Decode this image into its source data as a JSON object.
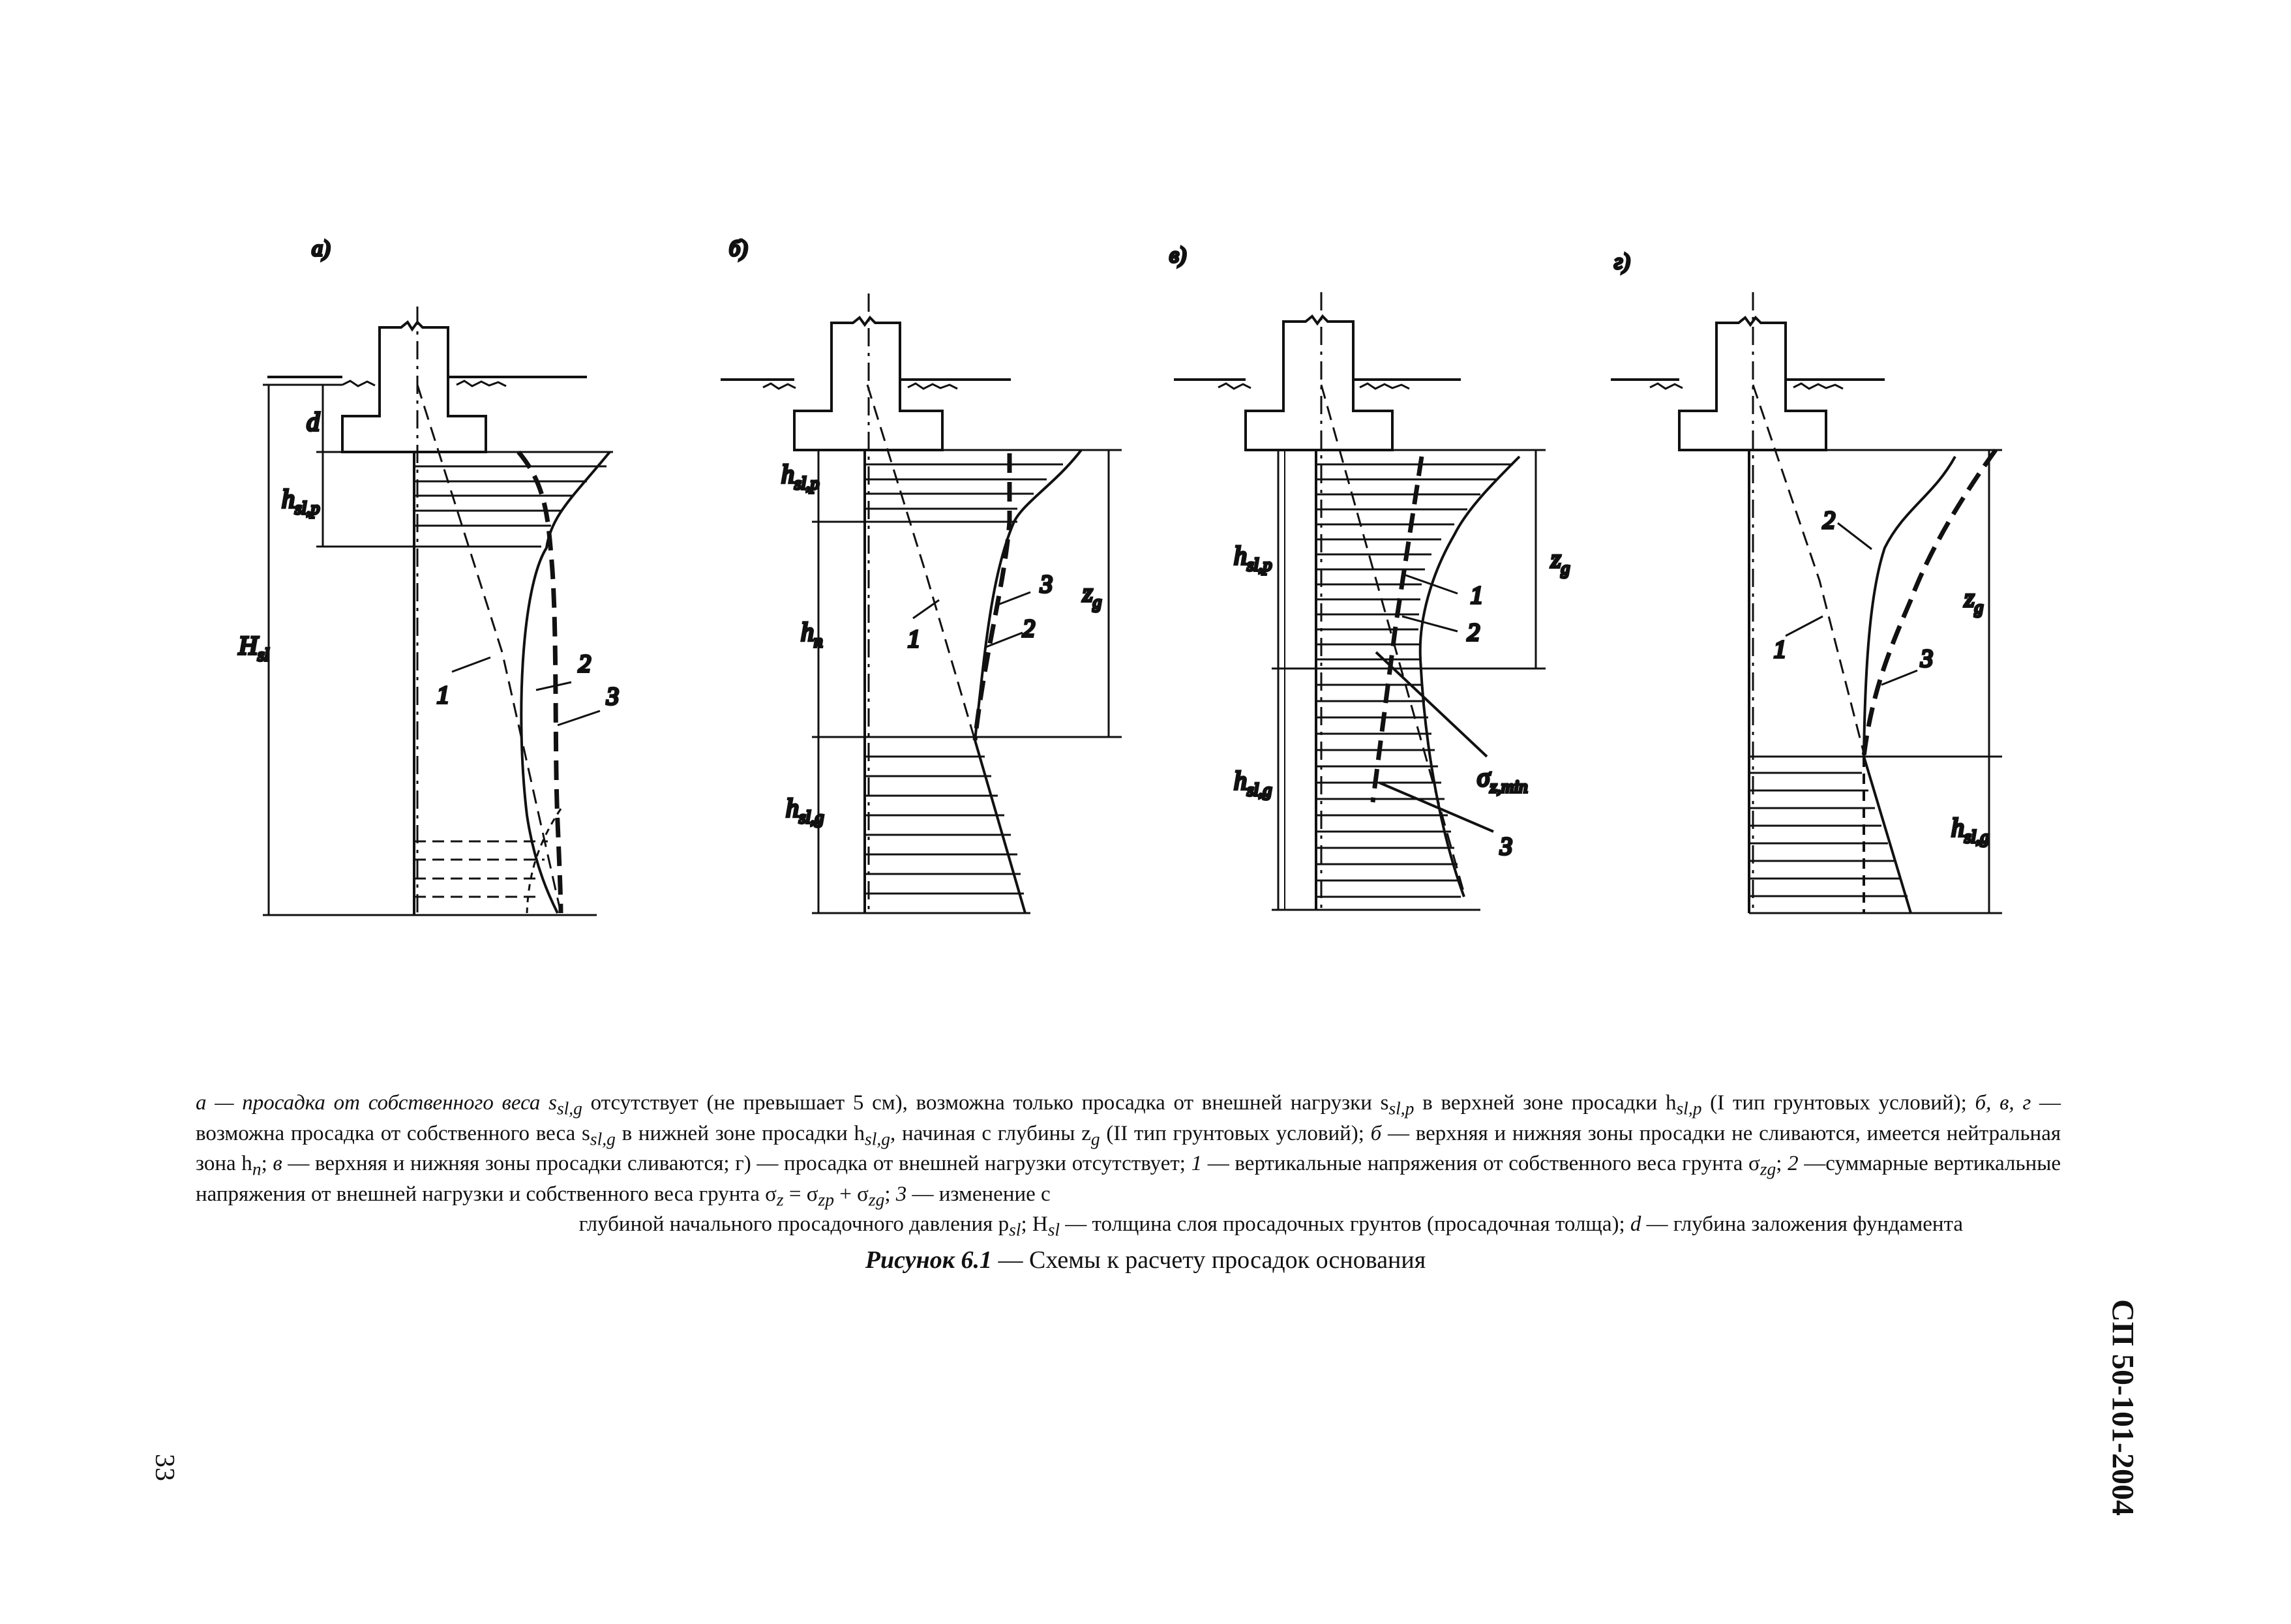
{
  "figure": {
    "panels": [
      {
        "label": "а)"
      },
      {
        "label": "б)"
      },
      {
        "label": "в)"
      },
      {
        "label": "г)"
      }
    ],
    "labels": {
      "d": "d",
      "h": "h",
      "H": "H",
      "z": "z",
      "sl": "sl",
      "sl_p": "sl,p",
      "sl_g": "sl,g",
      "n": "n",
      "g": "g",
      "sigma": "σ",
      "z_min": "z,min",
      "curve_1": "1",
      "curve_2": "2",
      "curve_3": "3"
    }
  },
  "caption": {
    "lines": [
      "а — просадка от собственного веса s",
      "sl,g",
      " отсутствует (не превышает 5 см), возможна только просадка от внешней нагрузки s",
      "sl,p",
      " в верхней зоне просадки h",
      "sl,p",
      " (I тип грунтовых условий); ",
      "б, в, г",
      " — возможна просадка от собственного веса s",
      "sl,g",
      " в нижней зоне просадки h",
      "sl,g",
      ", начиная с глубины z",
      "g",
      " (II тип грунтовых условий); ",
      "б",
      " — верхняя и нижняя зоны просадки не сливаются, имеется нейтральная зона h",
      "n",
      "; ",
      "в",
      " — верхняя и нижняя зоны просадки сливаются; г) — просадка от внешней нагрузки отсутствует; ",
      "1",
      " — вертикальные напряжения от собственного веса грунта σ",
      "zg",
      "; ",
      "2",
      " —суммарные вертикальные напряжения от внешней нагрузки и собственного веса грунта σ",
      "z",
      " = σ",
      "zp",
      " + σ",
      "zg",
      "; ",
      "3",
      " — изменение с",
      "глубиной начального просадочного давления p",
      "sl",
      "; H",
      "sl",
      " — толщина слоя просадочных грунтов (просадочная толща); ",
      "d",
      " — глубина заложения фундамента"
    ]
  },
  "title": {
    "number": "Рисунок 6.1",
    "text": " — Схемы к расчету просадок основания"
  },
  "doc_code": "СП 50-101-2004",
  "page_number": "33"
}
